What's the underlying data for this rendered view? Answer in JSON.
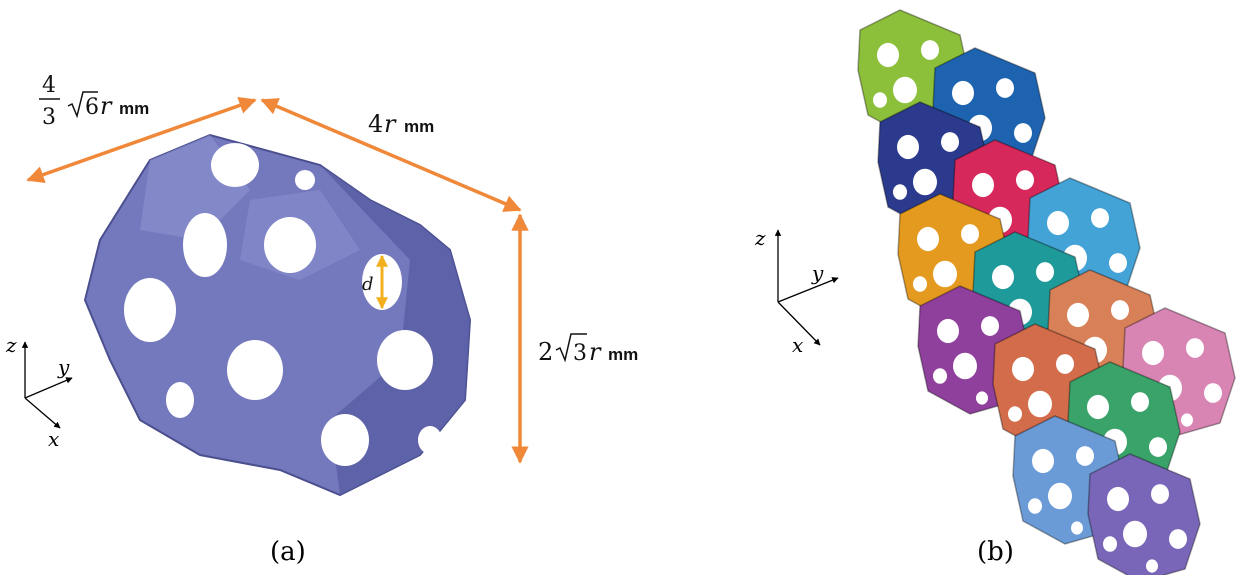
{
  "panel_a": {
    "caption": "(a)",
    "dim_left": {
      "num": "4",
      "den": "3",
      "root": "6",
      "var": "r",
      "unit": "mm"
    },
    "dim_right": {
      "coef": "4",
      "var": "r",
      "unit": "mm"
    },
    "dim_height": {
      "coef": "2",
      "root": "3",
      "var": "r",
      "unit": "mm"
    },
    "pore_label": "d",
    "axes": {
      "z": "z",
      "y": "y",
      "x": "x"
    },
    "colors": {
      "lattice": "#7479bd",
      "lattice_dark": "#4b4f8e",
      "dimension": "#f0883a",
      "pore_arrow": "#f2b01e"
    }
  },
  "panel_b": {
    "caption": "(b)",
    "axes": {
      "z": "z",
      "y": "y",
      "x": "x"
    },
    "block_colors": [
      "#8cbf3a",
      "#1e63b0",
      "#2b3a8c",
      "#d6285a",
      "#43a3d6",
      "#e39a1f",
      "#1f9a9a",
      "#d88057",
      "#d985b3",
      "#8f3f9c",
      "#d26c4a",
      "#3aa36a",
      "#a8cc63",
      "#6a9bd6",
      "#7a66b8",
      "#e6bd73"
    ]
  }
}
